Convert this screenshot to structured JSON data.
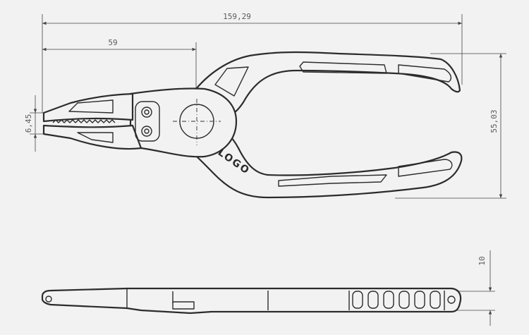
{
  "dimensions": {
    "overall_length": "159,29",
    "jaw_length": "59",
    "jaw_height": "6,45",
    "overall_height": "55,03",
    "thickness": "10"
  },
  "logo_text": "LOGO",
  "colors": {
    "background": "#f2f2f2",
    "line": "#2c2c2c",
    "dimension_line": "#444444",
    "dimension_text": "#5a5a5a"
  }
}
